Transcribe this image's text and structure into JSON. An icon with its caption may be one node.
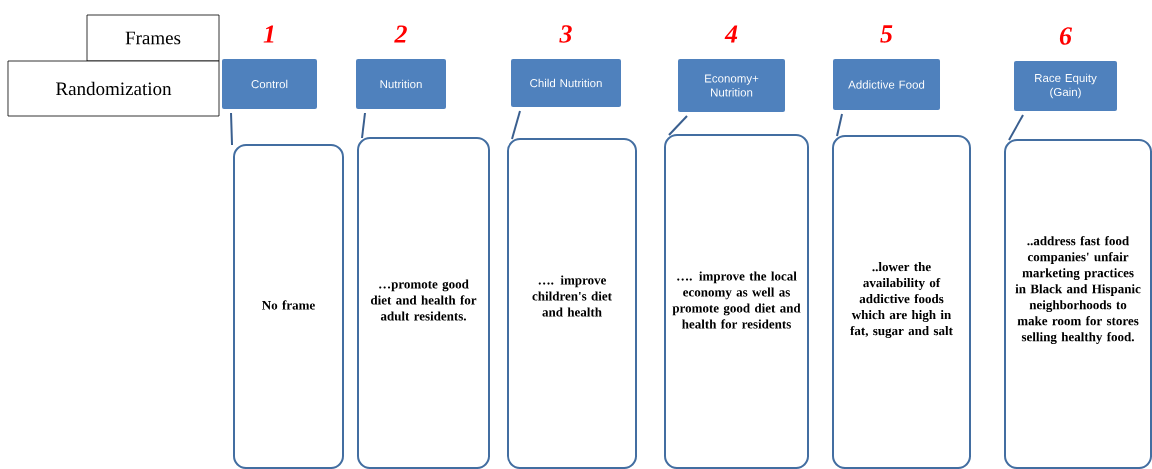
{
  "diagram": {
    "nodes": [
      {
        "text": [
          "Frames"
        ]
      },
      {
        "text": [
          "Randomization"
        ]
      },
      {
        "text": [
          "Control"
        ],
        "beside": [
          "1"
        ]
      },
      {
        "text": [
          "Nutrition"
        ],
        "beside": [
          "2"
        ]
      },
      {
        "text": [
          "Child Nutrition"
        ],
        "beside": [
          "3"
        ]
      },
      {
        "text": [
          "Economy+ Nutrition"
        ],
        "beside": [
          "4"
        ]
      },
      {
        "text": [
          "Addictive Food"
        ],
        "beside": [
          "5"
        ]
      },
      {
        "text": [
          "Race Equity (Gain)"
        ],
        "beside": [
          "6"
        ]
      },
      {
        "text": [
          "No frame"
        ]
      },
      {
        "text": [
          "…promote good diet and health for adult residents."
        ]
      },
      {
        "text": [
          "…. improve children's diet and health"
        ]
      },
      {
        "text": [
          "…. improve the local economy as well as promote good diet and health for residents"
        ]
      },
      {
        "text": [
          "..lower the availability of addictive foods which are high in fat, sugar and salt"
        ]
      },
      {
        "text": [
          "..address fast food companies' unfair marketing practices in Black and Hispanic neighborhoods to make room for stores selling healthy food."
        ]
      }
    ],
    "edges": [
      {
        "from": 2,
        "to": 8,
        "arrow": "none"
      },
      {
        "from": 3,
        "to": 9,
        "arrow": "none"
      },
      {
        "from": 4,
        "to": 10,
        "arrow": "none"
      },
      {
        "from": 5,
        "to": 11,
        "arrow": "none"
      },
      {
        "from": 6,
        "to": 12,
        "arrow": "none"
      },
      {
        "from": 7,
        "to": 13,
        "arrow": "none"
      }
    ]
  }
}
